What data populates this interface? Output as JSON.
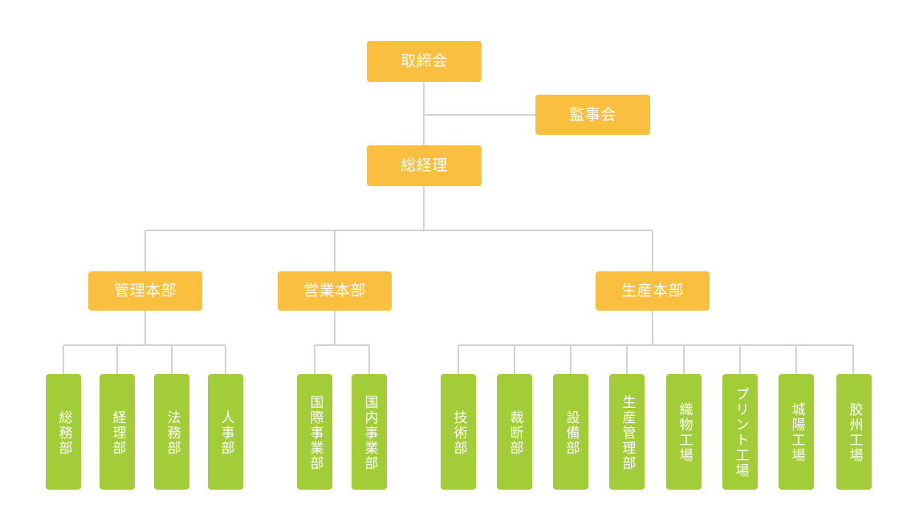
{
  "chart_title": "",
  "palette": {
    "orange": "#fbbf3f",
    "green": "#a2cd38",
    "line": "#d2d2d2",
    "text": "#ffffff",
    "background": "#ffffff"
  },
  "org": {
    "board": {
      "label": "取締会",
      "level": "top",
      "color": "orange"
    },
    "auditors": {
      "label": "監事会",
      "level": "staff",
      "color": "orange"
    },
    "president": {
      "label": "総経理",
      "level": "executive",
      "color": "orange"
    },
    "divisions": [
      {
        "label": "管理本部",
        "color": "orange",
        "children": [
          {
            "label": "総務部",
            "color": "green"
          },
          {
            "label": "経理部",
            "color": "green"
          },
          {
            "label": "法務部",
            "color": "green"
          },
          {
            "label": "人事部",
            "color": "green"
          }
        ]
      },
      {
        "label": "営業本部",
        "color": "orange",
        "children": [
          {
            "label": "国際事業部",
            "color": "green"
          },
          {
            "label": "国内事業部",
            "color": "green"
          }
        ]
      },
      {
        "label": "生産本部",
        "color": "orange",
        "children": [
          {
            "label": "技術部",
            "color": "green"
          },
          {
            "label": "裁断部",
            "color": "green"
          },
          {
            "label": "設備部",
            "color": "green"
          },
          {
            "label": "生産管理部",
            "color": "green"
          },
          {
            "label": "織物工場",
            "color": "green"
          },
          {
            "label": "プリント工場",
            "color": "green"
          },
          {
            "label": "城陽工場",
            "color": "green"
          },
          {
            "label": "胶州工場",
            "color": "green"
          }
        ]
      }
    ]
  }
}
